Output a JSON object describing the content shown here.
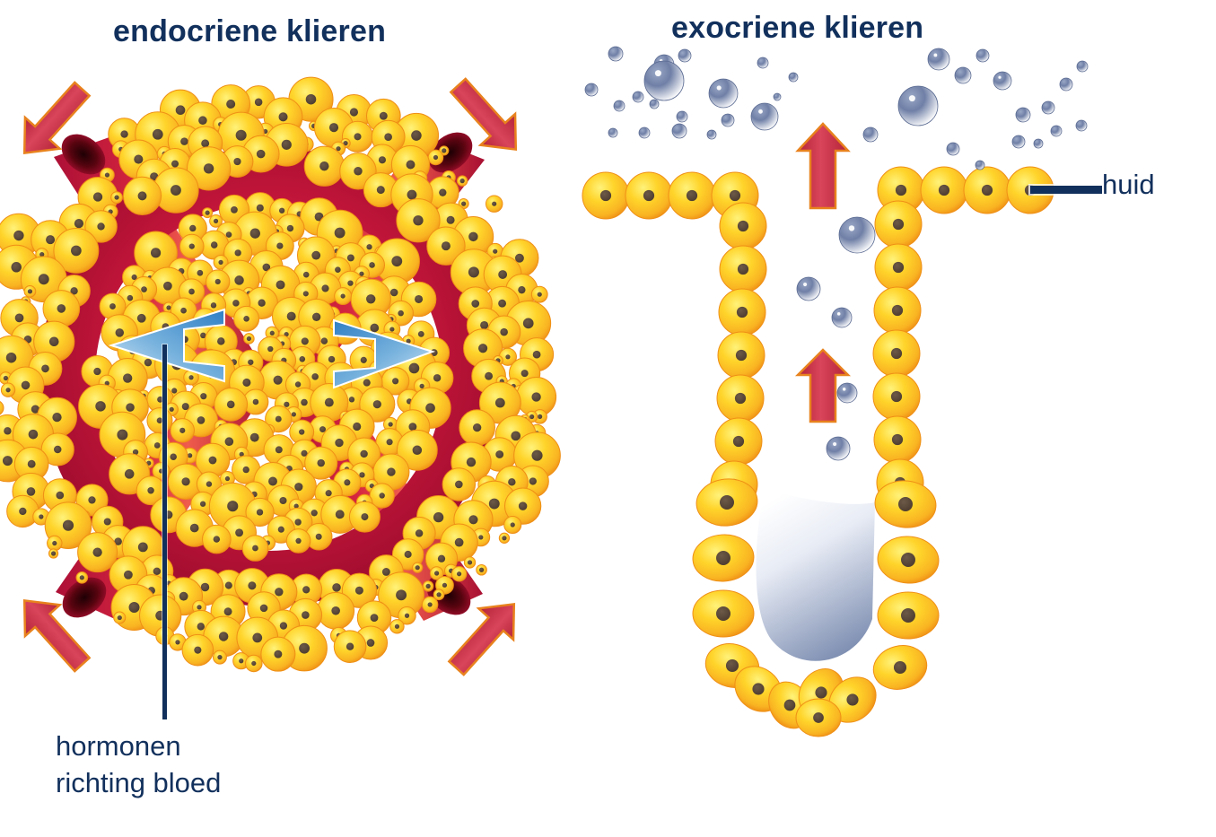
{
  "diagram": {
    "titles": {
      "endocrine": "endocriene klieren",
      "exocrine": "exocriene klieren"
    },
    "labels": {
      "hormones_line1": "hormonen",
      "hormones_line2": "richting bloed",
      "skin": "huid"
    },
    "colors": {
      "title_text": "#12305c",
      "label_text": "#12305c",
      "leader_line": "#12305c",
      "cell_body": "#ffd42a",
      "cell_edge": "#f5a020",
      "cell_nucleus": "#5c4a3a",
      "blood_vessel": "#c8173c",
      "blood_vessel_light": "#e8443f",
      "vessel_opening": "#3a0008",
      "red_arrow": "#cf3446",
      "red_arrow_edge": "#e8821e",
      "blue_arrow_dark": "#2f7fc4",
      "blue_arrow_light": "#cfe4f5",
      "droplet": "#6878a0",
      "droplet_highlight": "#ffffff",
      "lumen": "#7b8cb0",
      "background": "#ffffff"
    },
    "elements": {
      "endocrine_vessel_ring": "blood-vessel-ring",
      "endocrine_cells": "hormone-producing-cells",
      "blue_arrows": "hormone-release-arrows",
      "red_arrows_endocrine": "blood-flow-arrows",
      "exocrine_duct": "gland-duct",
      "exocrine_acinus": "gland-secretory-unit",
      "skin_surface": "skin-cell-row",
      "secretion_droplets": "secretion-droplets",
      "red_arrows_exocrine": "secretion-flow-arrows"
    },
    "counts": {
      "blue_arrows": 2,
      "red_arrows_endocrine": 4,
      "red_arrows_exocrine": 2,
      "vessel_openings": 4
    }
  }
}
